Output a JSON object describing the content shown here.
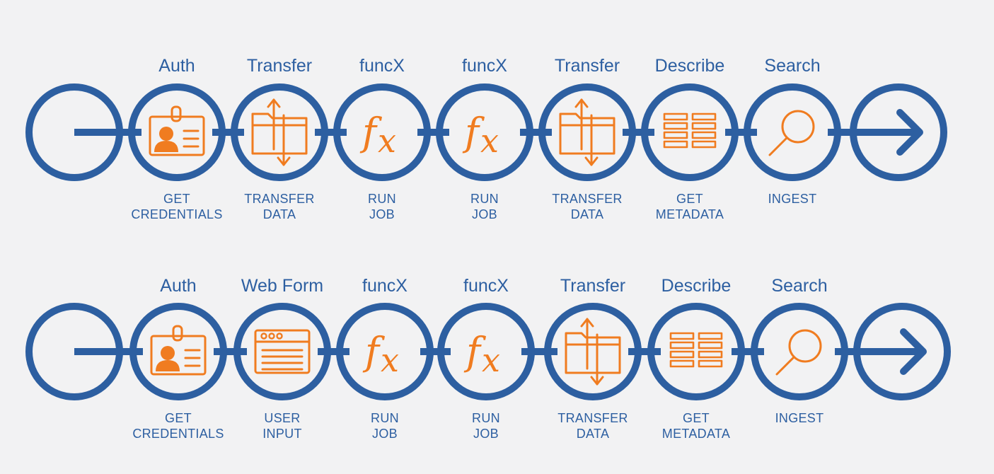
{
  "colors": {
    "blue": "#2d5fa1",
    "orange": "#f07c20",
    "background": "#f2f2f3"
  },
  "flows": [
    {
      "steps": [
        {
          "kind": "start"
        },
        {
          "kind": "step",
          "title": "Auth",
          "icon": "credentials-card-icon",
          "sub": [
            "GET",
            "CREDENTIALS"
          ]
        },
        {
          "kind": "step",
          "title": "Transfer",
          "icon": "folder-transfer-icon",
          "sub": [
            "TRANSFER",
            "DATA"
          ]
        },
        {
          "kind": "step",
          "title": "funcX",
          "icon": "function-fx-icon",
          "glyph": "fx",
          "sub": [
            "RUN",
            "JOB"
          ]
        },
        {
          "kind": "step",
          "title": "funcX",
          "icon": "function-fx-icon",
          "glyph": "fx",
          "sub": [
            "RUN",
            "JOB"
          ]
        },
        {
          "kind": "step",
          "title": "Transfer",
          "icon": "folder-transfer-icon",
          "sub": [
            "TRANSFER",
            "DATA"
          ]
        },
        {
          "kind": "step",
          "title": "Describe",
          "icon": "metadata-grid-icon",
          "sub": [
            "GET",
            "METADATA"
          ]
        },
        {
          "kind": "step",
          "title": "Search",
          "icon": "magnifier-icon",
          "sub": [
            "INGEST"
          ]
        },
        {
          "kind": "end"
        }
      ]
    },
    {
      "steps": [
        {
          "kind": "start"
        },
        {
          "kind": "step",
          "title": "Auth",
          "icon": "credentials-card-icon",
          "sub": [
            "GET",
            "CREDENTIALS"
          ]
        },
        {
          "kind": "step",
          "title": "Web Form",
          "icon": "web-form-icon",
          "sub": [
            "USER",
            "INPUT"
          ]
        },
        {
          "kind": "step",
          "title": "funcX",
          "icon": "function-fx-icon",
          "glyph": "fx",
          "sub": [
            "RUN",
            "JOB"
          ]
        },
        {
          "kind": "step",
          "title": "funcX",
          "icon": "function-fx-icon",
          "glyph": "fx",
          "sub": [
            "RUN",
            "JOB"
          ]
        },
        {
          "kind": "step",
          "title": "Transfer",
          "icon": "folder-transfer-icon",
          "sub": [
            "TRANSFER",
            "DATA"
          ]
        },
        {
          "kind": "step",
          "title": "Describe",
          "icon": "metadata-grid-icon",
          "sub": [
            "GET",
            "METADATA"
          ]
        },
        {
          "kind": "step",
          "title": "Search",
          "icon": "magnifier-icon",
          "sub": [
            "INGEST"
          ]
        },
        {
          "kind": "end"
        }
      ]
    }
  ]
}
